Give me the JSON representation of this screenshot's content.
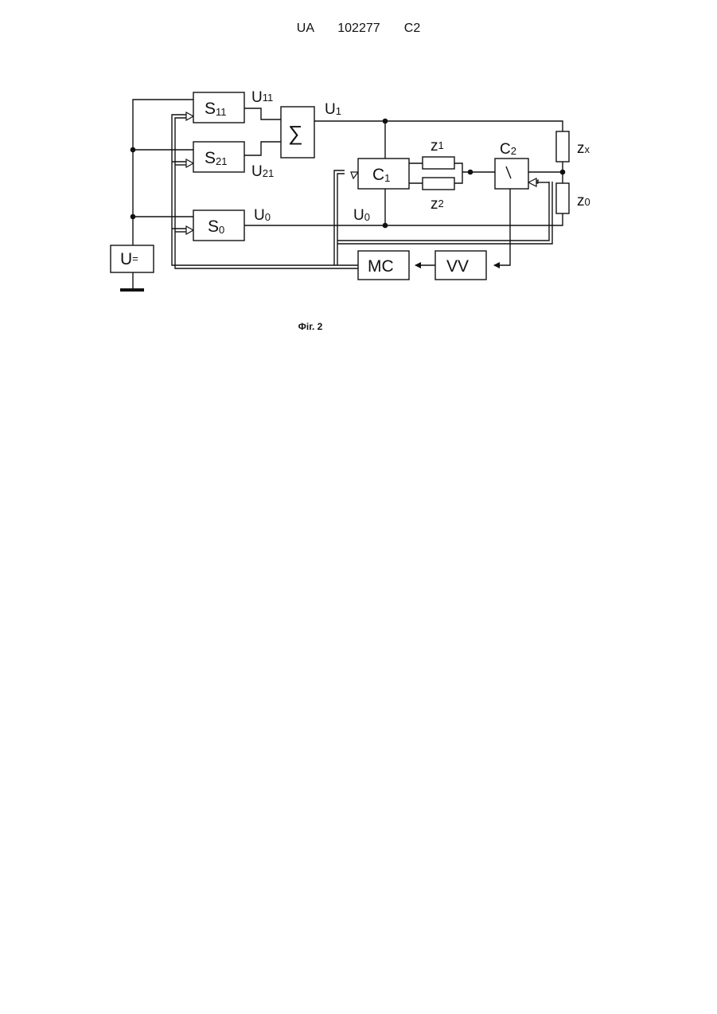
{
  "header": {
    "text": "UA   102277   C2"
  },
  "caption": {
    "text": "Фіг. 2"
  },
  "diagram": {
    "blocks": {
      "s11": {
        "main": "S",
        "sub": "11"
      },
      "s21": {
        "main": "S",
        "sub": "21"
      },
      "s0": {
        "main": "S",
        "sub": "0"
      },
      "sum": {
        "symbol": "∑"
      },
      "c1": {
        "main": "C",
        "sub": "1"
      },
      "c2": {
        "main": "C",
        "sub": "2"
      },
      "mc": {
        "label": "MC"
      },
      "vv": {
        "label": "VV"
      },
      "source": {
        "main": "U",
        "sub": "="
      }
    },
    "signals": {
      "u11": {
        "main": "U",
        "sub": "11"
      },
      "u21": {
        "main": "U",
        "sub": "21"
      },
      "u1": {
        "main": "U",
        "sub": "1"
      },
      "u0_top": {
        "main": "U",
        "sub": "0"
      },
      "u0_mid": {
        "main": "U",
        "sub": "0"
      }
    },
    "impedances": {
      "z1": {
        "main": "z",
        "sub": "1"
      },
      "z2": {
        "main": "z",
        "sub": "2"
      },
      "zx": {
        "main": "z",
        "sub": "x"
      },
      "z0": {
        "main": "z",
        "sub": "0"
      }
    }
  }
}
